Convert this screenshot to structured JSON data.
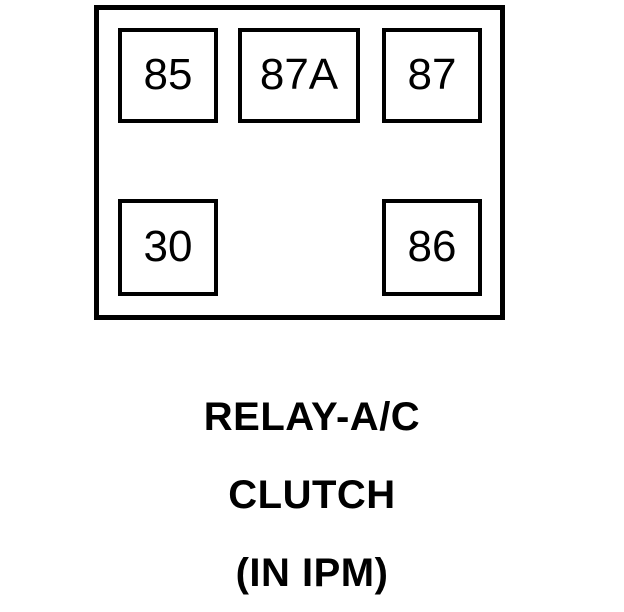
{
  "diagram": {
    "kind": "automotive-relay-terminal-pinout",
    "body": {
      "name": "relay-body-outline"
    },
    "terminals": [
      {
        "id": "85",
        "label": "85",
        "row": "top",
        "position": "left"
      },
      {
        "id": "87A",
        "label": "87A",
        "row": "top",
        "position": "center"
      },
      {
        "id": "87",
        "label": "87",
        "row": "top",
        "position": "right"
      },
      {
        "id": "30",
        "label": "30",
        "row": "bottom",
        "position": "left"
      },
      {
        "id": "86",
        "label": "86",
        "row": "bottom",
        "position": "right"
      }
    ],
    "caption": {
      "line1": "RELAY-A/C",
      "line2": "CLUTCH",
      "line3": "(IN IPM)"
    },
    "colors": {
      "stroke": "#000000",
      "fill": "#ffffff",
      "text": "#000000"
    }
  }
}
